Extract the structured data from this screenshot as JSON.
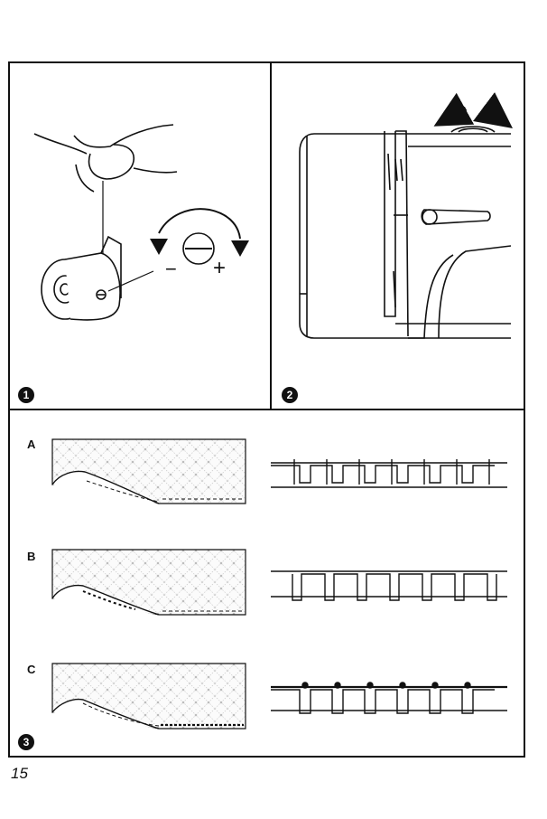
{
  "steps": {
    "one": "1",
    "two": "2",
    "three": "3"
  },
  "tension_signs": {
    "minus": "−",
    "plus": "+"
  },
  "rows": {
    "a": "A",
    "b": "B",
    "c": "C"
  },
  "page_number": "15"
}
